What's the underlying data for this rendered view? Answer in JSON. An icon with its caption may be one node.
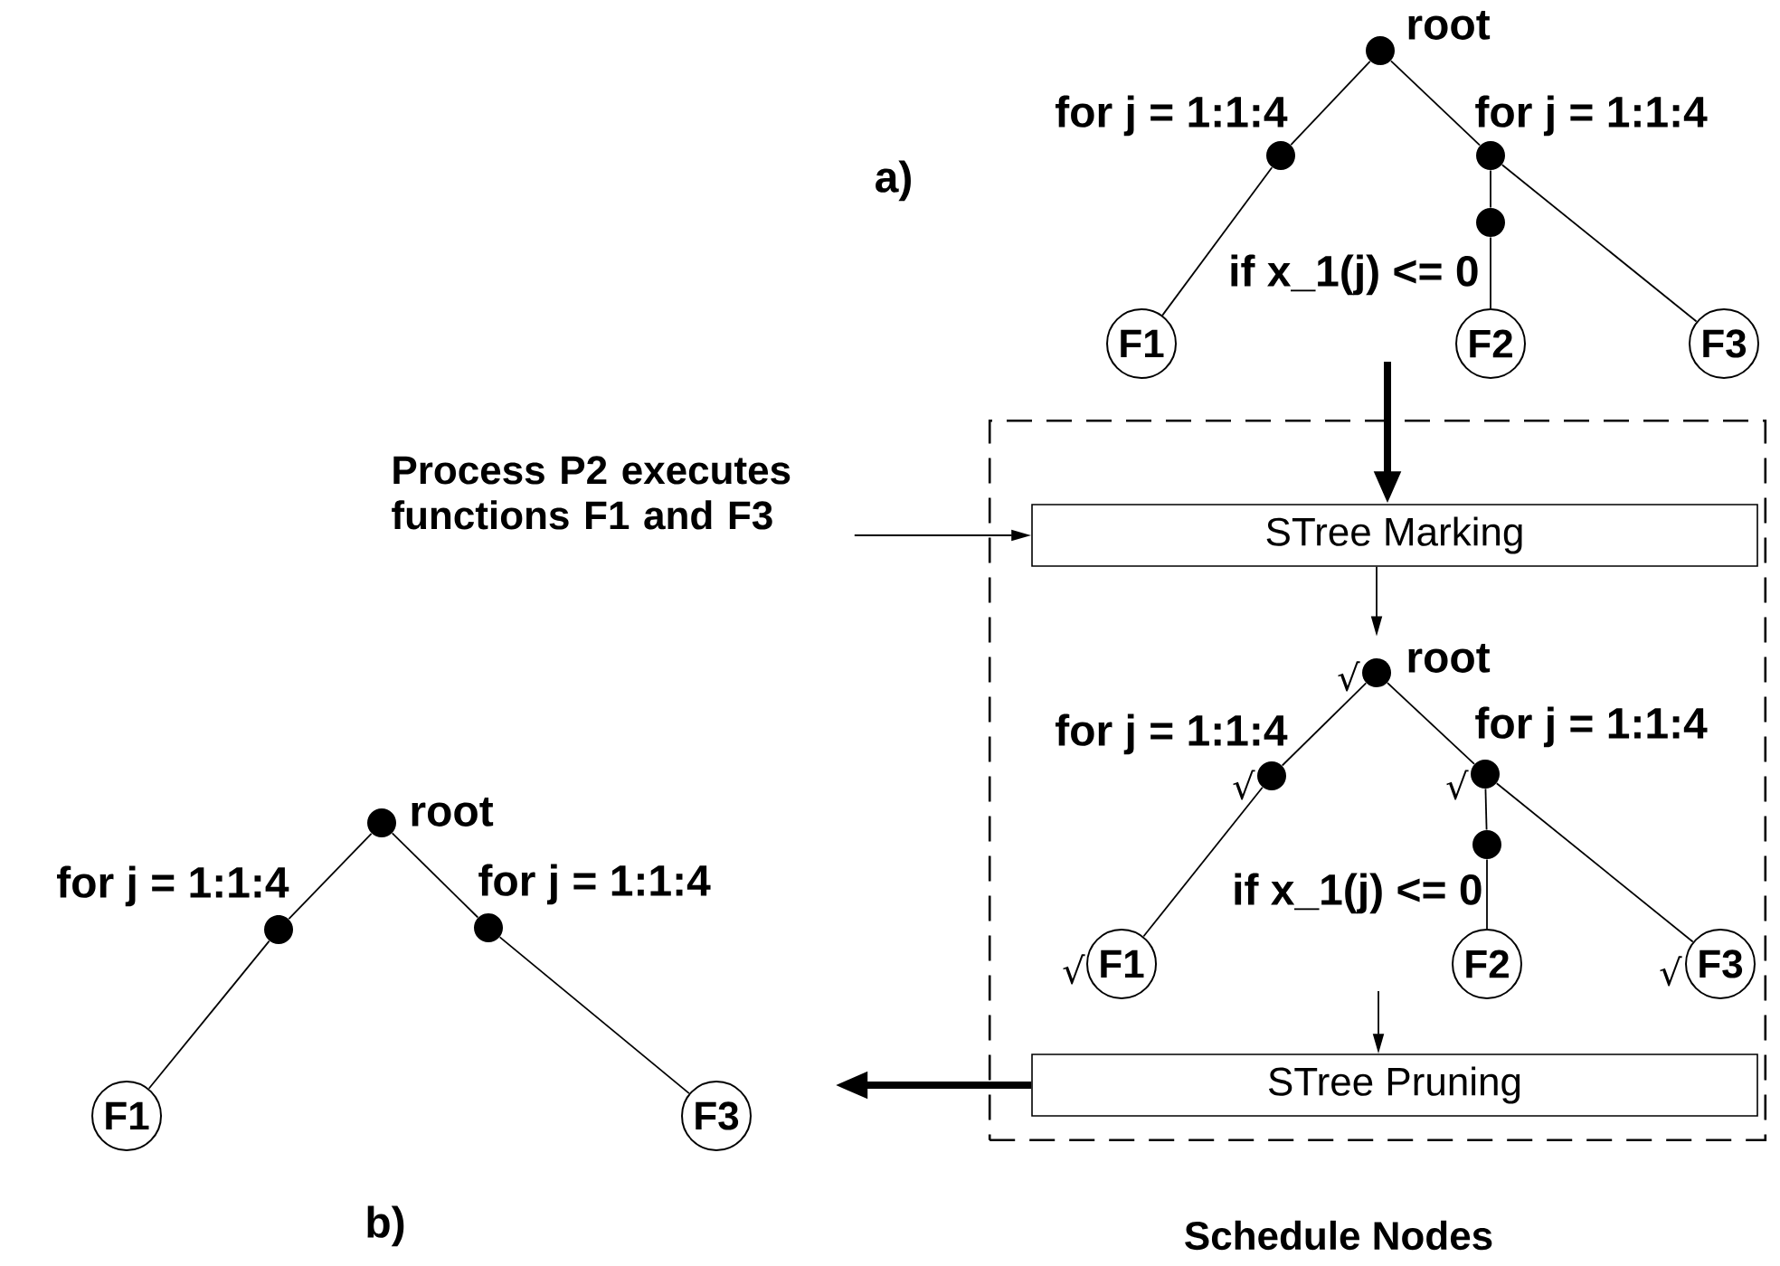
{
  "diagram": {
    "nodes": [
      {
        "text": [],
        "shape": "circle",
        "beside": [
          "root"
        ]
      },
      {
        "text": [],
        "shape": "circle",
        "beside": [
          "for j = 1:1:4"
        ]
      },
      {
        "text": [],
        "shape": "circle",
        "beside": [
          "for j = 1:1:4"
        ]
      },
      {
        "text": [],
        "shape": "circle",
        "beside": [
          "if x_1(j) <= 0"
        ]
      },
      {
        "text": [
          "F1"
        ]
      },
      {
        "text": [
          "F2"
        ]
      },
      {
        "text": [
          "F3"
        ]
      },
      {
        "text": [
          "Schedule Nodes"
        ]
      },
      {
        "text": [
          "STree Marking"
        ],
        "in": 7
      },
      {
        "text": [],
        "shape": "circle",
        "beside": [
          "√",
          "root"
        ],
        "in": 7
      },
      {
        "text": [],
        "shape": "circle",
        "beside": [
          "for j = 1:1:4",
          "√"
        ],
        "in": 7
      },
      {
        "text": [],
        "shape": "circle",
        "beside": [
          "√",
          "for j = 1:1:4"
        ],
        "in": 7
      },
      {
        "text": [],
        "shape": "circle",
        "beside": [
          "if x_1(j) <= 0"
        ],
        "in": 7
      },
      {
        "text": [
          "F1"
        ],
        "beside": [
          "√"
        ],
        "in": 7
      },
      {
        "text": [
          "F2"
        ],
        "in": 7
      },
      {
        "text": [
          "F3"
        ],
        "beside": [
          "√"
        ],
        "in": 7
      },
      {
        "text": [
          "STree Pruning"
        ],
        "in": 7
      },
      {
        "text": [
          "Process P2 executes functions F1 and F3"
        ]
      },
      {
        "text": [],
        "shape": "circle",
        "beside": [
          "root"
        ]
      },
      {
        "text": [],
        "shape": "circle",
        "beside": [
          "for j = 1:1:4"
        ]
      },
      {
        "text": [],
        "shape": "circle",
        "beside": [
          "for j = 1:1:4"
        ]
      },
      {
        "text": [
          "F1"
        ]
      },
      {
        "text": [
          "F3"
        ]
      }
    ],
    "edges": [
      {
        "from": 0,
        "to": 1,
        "arrow": "none"
      },
      {
        "from": 0,
        "to": 2,
        "arrow": "none"
      },
      {
        "from": 1,
        "to": 4,
        "arrow": "none"
      },
      {
        "from": 2,
        "to": 3,
        "arrow": "none"
      },
      {
        "from": 3,
        "to": 5,
        "arrow": "none"
      },
      {
        "from": 2,
        "to": 6,
        "arrow": "none"
      },
      {
        "from": null,
        "to": 8,
        "arrow": "to",
        "style": "thick"
      },
      {
        "from": 17,
        "to": 8,
        "arrow": "to"
      },
      {
        "from": 8,
        "to": 9,
        "arrow": "to"
      },
      {
        "from": 9,
        "to": 10,
        "arrow": "none"
      },
      {
        "from": 9,
        "to": 11,
        "arrow": "none"
      },
      {
        "from": 10,
        "to": 13,
        "arrow": "none"
      },
      {
        "from": 11,
        "to": 12,
        "arrow": "none"
      },
      {
        "from": 12,
        "to": 14,
        "arrow": "none"
      },
      {
        "from": 11,
        "to": 15,
        "arrow": "none"
      },
      {
        "from": null,
        "to": 16,
        "arrow": "to"
      },
      {
        "from": 16,
        "to": null,
        "arrow": "to",
        "style": "thick"
      },
      {
        "from": 18,
        "to": 19,
        "arrow": "none"
      },
      {
        "from": 18,
        "to": 20,
        "arrow": "none"
      },
      {
        "from": 19,
        "to": 21,
        "arrow": "none"
      },
      {
        "from": 20,
        "to": 22,
        "arrow": "none"
      }
    ],
    "labels": [
      "a)",
      "b)"
    ]
  }
}
